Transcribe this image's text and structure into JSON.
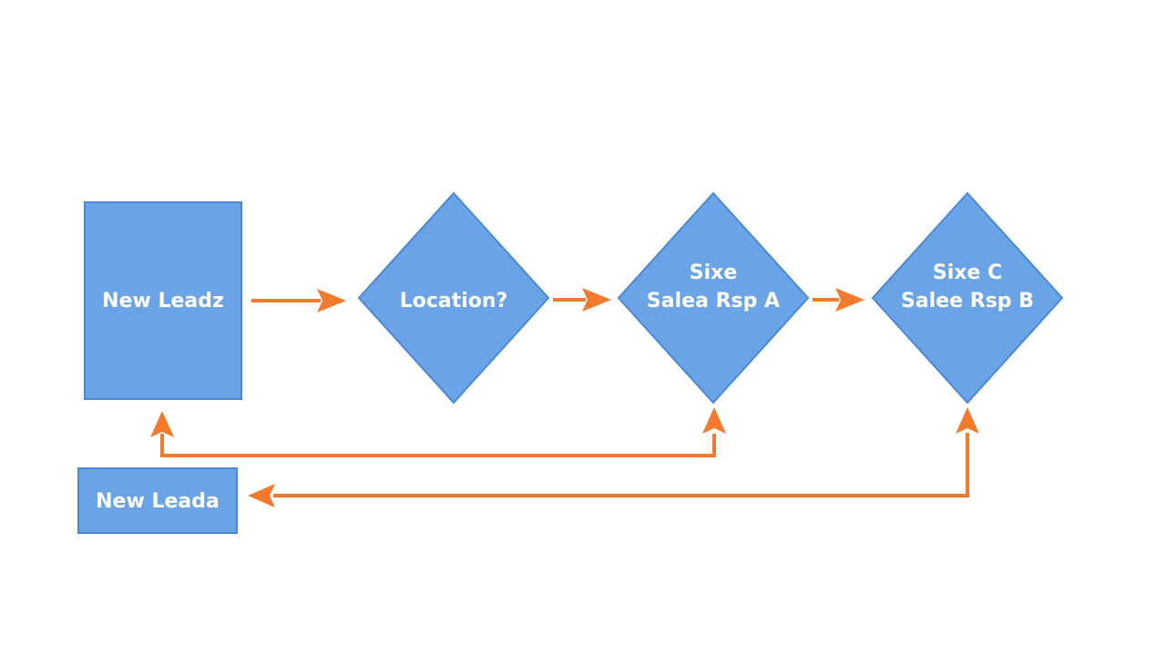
{
  "colors": {
    "node_fill": "#6aa4e6",
    "node_stroke": "#4a88d4",
    "connector": "#f47a2e",
    "background": "#ffffff"
  },
  "nodes": {
    "new_leads_top": {
      "shape": "rectangle",
      "lines": [
        "New Leadz"
      ]
    },
    "location": {
      "shape": "diamond",
      "lines": [
        "Location?"
      ]
    },
    "sales_rep_a": {
      "shape": "diamond",
      "lines": [
        "Sixe",
        "Salea Rsp A"
      ]
    },
    "sales_rep_b": {
      "shape": "diamond",
      "lines": [
        "Sixe C",
        "Salee Rsp B"
      ]
    },
    "new_leads_bottom": {
      "shape": "rectangle",
      "lines": [
        "New Leada"
      ]
    }
  },
  "connectors": [
    {
      "from": "new_leads_top",
      "to": "location"
    },
    {
      "from": "location",
      "to": "sales_rep_a"
    },
    {
      "from": "sales_rep_a",
      "to": "sales_rep_b"
    },
    {
      "from": "new_leads_top",
      "to": "sales_rep_a",
      "arrowheads": "both"
    },
    {
      "from": "sales_rep_b",
      "to": "new_leads_bottom",
      "arrowheads": "both"
    }
  ]
}
